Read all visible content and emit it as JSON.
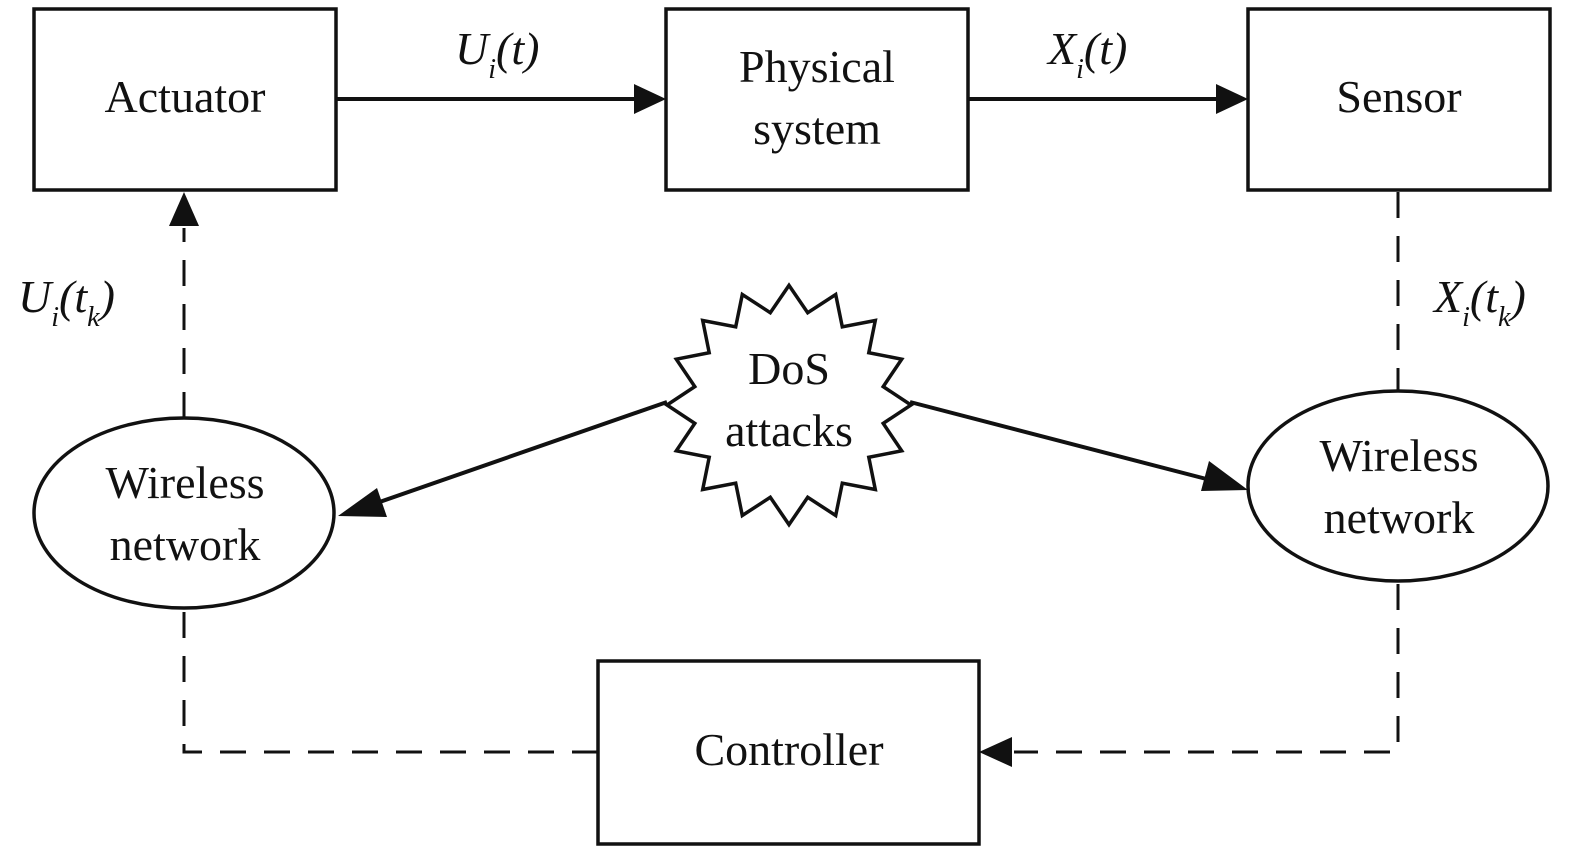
{
  "nodes": {
    "actuator": {
      "label": "Actuator"
    },
    "physical_system": {
      "line1": "Physical",
      "line2": "system"
    },
    "sensor": {
      "label": "Sensor"
    },
    "dos": {
      "line1": "DoS",
      "line2": "attacks"
    },
    "wireless_left": {
      "line1": "Wireless",
      "line2": "network"
    },
    "wireless_right": {
      "line1": "Wireless",
      "line2": "network"
    },
    "controller": {
      "label": "Controller"
    }
  },
  "signals": {
    "ui_t": {
      "base": "U",
      "sub": "i",
      "arg": "(t)"
    },
    "xi_t": {
      "base": "X",
      "sub": "i",
      "arg": "(t)"
    },
    "ui_tk": {
      "base": "U",
      "sub": "i",
      "open": "(t",
      "argsub": "k",
      "close": ")"
    },
    "xi_tk": {
      "base": "X",
      "sub": "i",
      "open": "(t",
      "argsub": "k",
      "close": ")"
    }
  },
  "colors": {
    "stroke": "#111111",
    "background": "#ffffff"
  }
}
